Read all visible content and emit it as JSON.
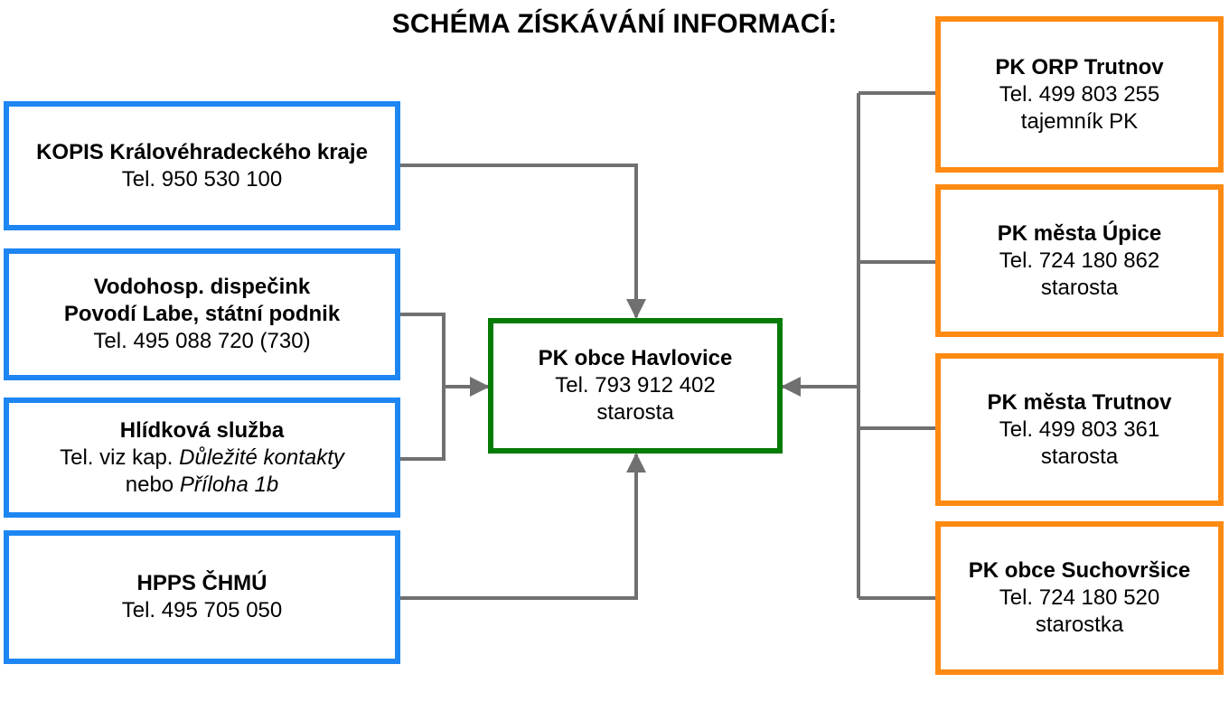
{
  "title": "SCHÉMA ZÍSKÁVÁNÍ INFORMACÍ:",
  "colors": {
    "source_border": "#1E86F2",
    "center_border": "#067C06",
    "neighbor_border": "#FF8A12",
    "connector": "#707070"
  },
  "center": {
    "name": "PK obce Havlovice",
    "phone": "Tel. 793 912 402",
    "role": "starosta"
  },
  "sources": {
    "kopis": {
      "name": "KOPIS Královéhradeckého kraje",
      "phone": "Tel. 950 530 100"
    },
    "dispecink": {
      "name_line1": "Vodohosp. dispečink",
      "name_line2": "Povodí Labe, státní podnik",
      "phone": "Tel. 495 088 720 (730)"
    },
    "hlidkova": {
      "name": "Hlídková služba",
      "phone_prefix": "Tel. viz kap. ",
      "phone_ref": "Důležité kontakty",
      "alt_prefix": "nebo ",
      "alt_ref": "Příloha 1b"
    },
    "hpps": {
      "name": "HPPS ČHMÚ",
      "phone": "Tel. 495 705 050"
    }
  },
  "neighbors": {
    "orp_trutnov": {
      "name": "PK ORP Trutnov",
      "phone": "Tel. 499 803 255",
      "role": "tajemník PK"
    },
    "upice": {
      "name": "PK města Úpice",
      "phone": "Tel. 724 180 862",
      "role": "starosta"
    },
    "trutnov": {
      "name": "PK města Trutnov",
      "phone": "Tel. 499 803 361",
      "role": "starosta"
    },
    "suchovrsice": {
      "name": "PK obce Suchovršice",
      "phone": "Tel. 724 180 520",
      "role": "starostka"
    }
  }
}
